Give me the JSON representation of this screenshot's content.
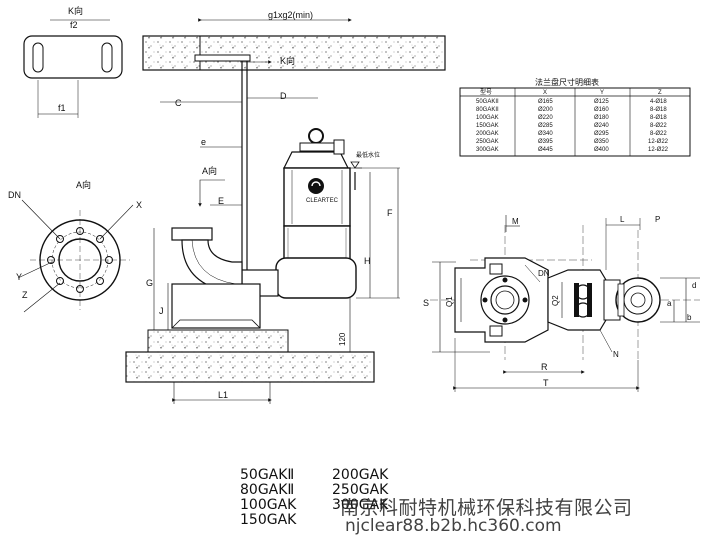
{
  "views": {
    "k_view_label": "K向",
    "a_view_label": "A向",
    "a_arrow_label": "A向",
    "k_arrow_label": "K向",
    "rail_label": "g1xg2(min)",
    "water_label": "最低水位",
    "brand_label": "CLEARTEC"
  },
  "dims": {
    "f2": "f2",
    "f1": "f1",
    "C": "C",
    "D": "D",
    "e": "e",
    "E": "E",
    "F": "F",
    "H": "H",
    "G": "G",
    "J": "J",
    "L1": "L1",
    "v120": "120",
    "DN": "DN",
    "X": "X",
    "Y": "Y",
    "Z": "Z",
    "M": "M",
    "DN2": "DN",
    "Q1": "Q1",
    "Q2": "Q2",
    "R": "R",
    "S": "S",
    "T": "T",
    "N": "N",
    "L": "L",
    "P": "P",
    "a": "a",
    "b": "b",
    "d": "d"
  },
  "flange_table": {
    "title": "法兰盘尺寸明细表",
    "headers": [
      "型号",
      "X",
      "Y",
      "Z"
    ],
    "rows": [
      [
        "50GAKII",
        "Ø165",
        "Ø125",
        "4-Ø18"
      ],
      [
        "80GAKII",
        "Ø200",
        "Ø160",
        "8-Ø18"
      ],
      [
        "100GAK",
        "Ø220",
        "Ø180",
        "8-Ø18"
      ],
      [
        "150GAK",
        "Ø285",
        "Ø240",
        "8-Ø22"
      ],
      [
        "200GAK",
        "Ø340",
        "Ø295",
        "8-Ø22"
      ],
      [
        "250GAK",
        "Ø395",
        "Ø350",
        "12-Ø22"
      ],
      [
        "300GAK",
        "Ø445",
        "Ø400",
        "12-Ø22"
      ]
    ]
  },
  "models": {
    "left": [
      "50GAKⅡ",
      "80GAKⅡ",
      "100GAK",
      "150GAK"
    ],
    "right": [
      "200GAK",
      "250GAK",
      "300GAK"
    ]
  },
  "watermark": {
    "company": "南京科耐特机械环保科技有限公司",
    "url": "njclear88.b2b.hc360.com"
  }
}
